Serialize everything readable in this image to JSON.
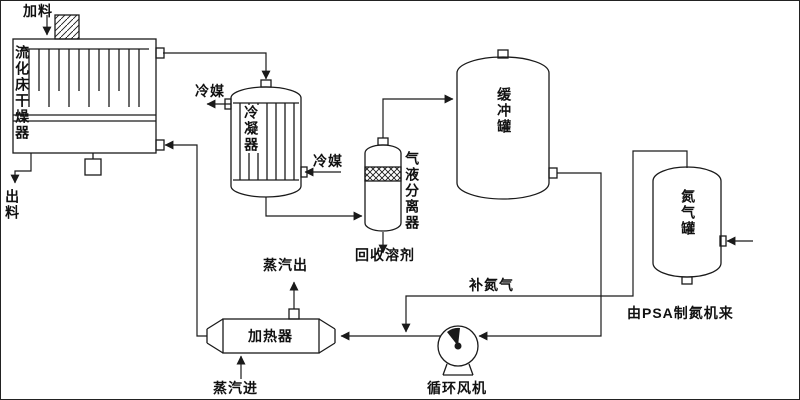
{
  "diagram": {
    "colors": {
      "line": "#1a1a1a",
      "background": "#ffffff"
    },
    "labels": {
      "feed": "加料",
      "dryer": "流化床干燥器",
      "discharge": "出料",
      "coolant_out": "冷媒",
      "condenser": "冷凝器",
      "coolant_in": "冷媒",
      "separator": "气液分离器",
      "recovered_solvent": "回收溶剂",
      "buffer_tank": "缓冲罐",
      "nitrogen_tank": "氮气罐",
      "psa_source": "由PSA制氮机来",
      "makeup_nitrogen": "补氮气",
      "heater": "加热器",
      "steam_out": "蒸汽出",
      "steam_in": "蒸汽进",
      "fan": "循环风机"
    }
  }
}
